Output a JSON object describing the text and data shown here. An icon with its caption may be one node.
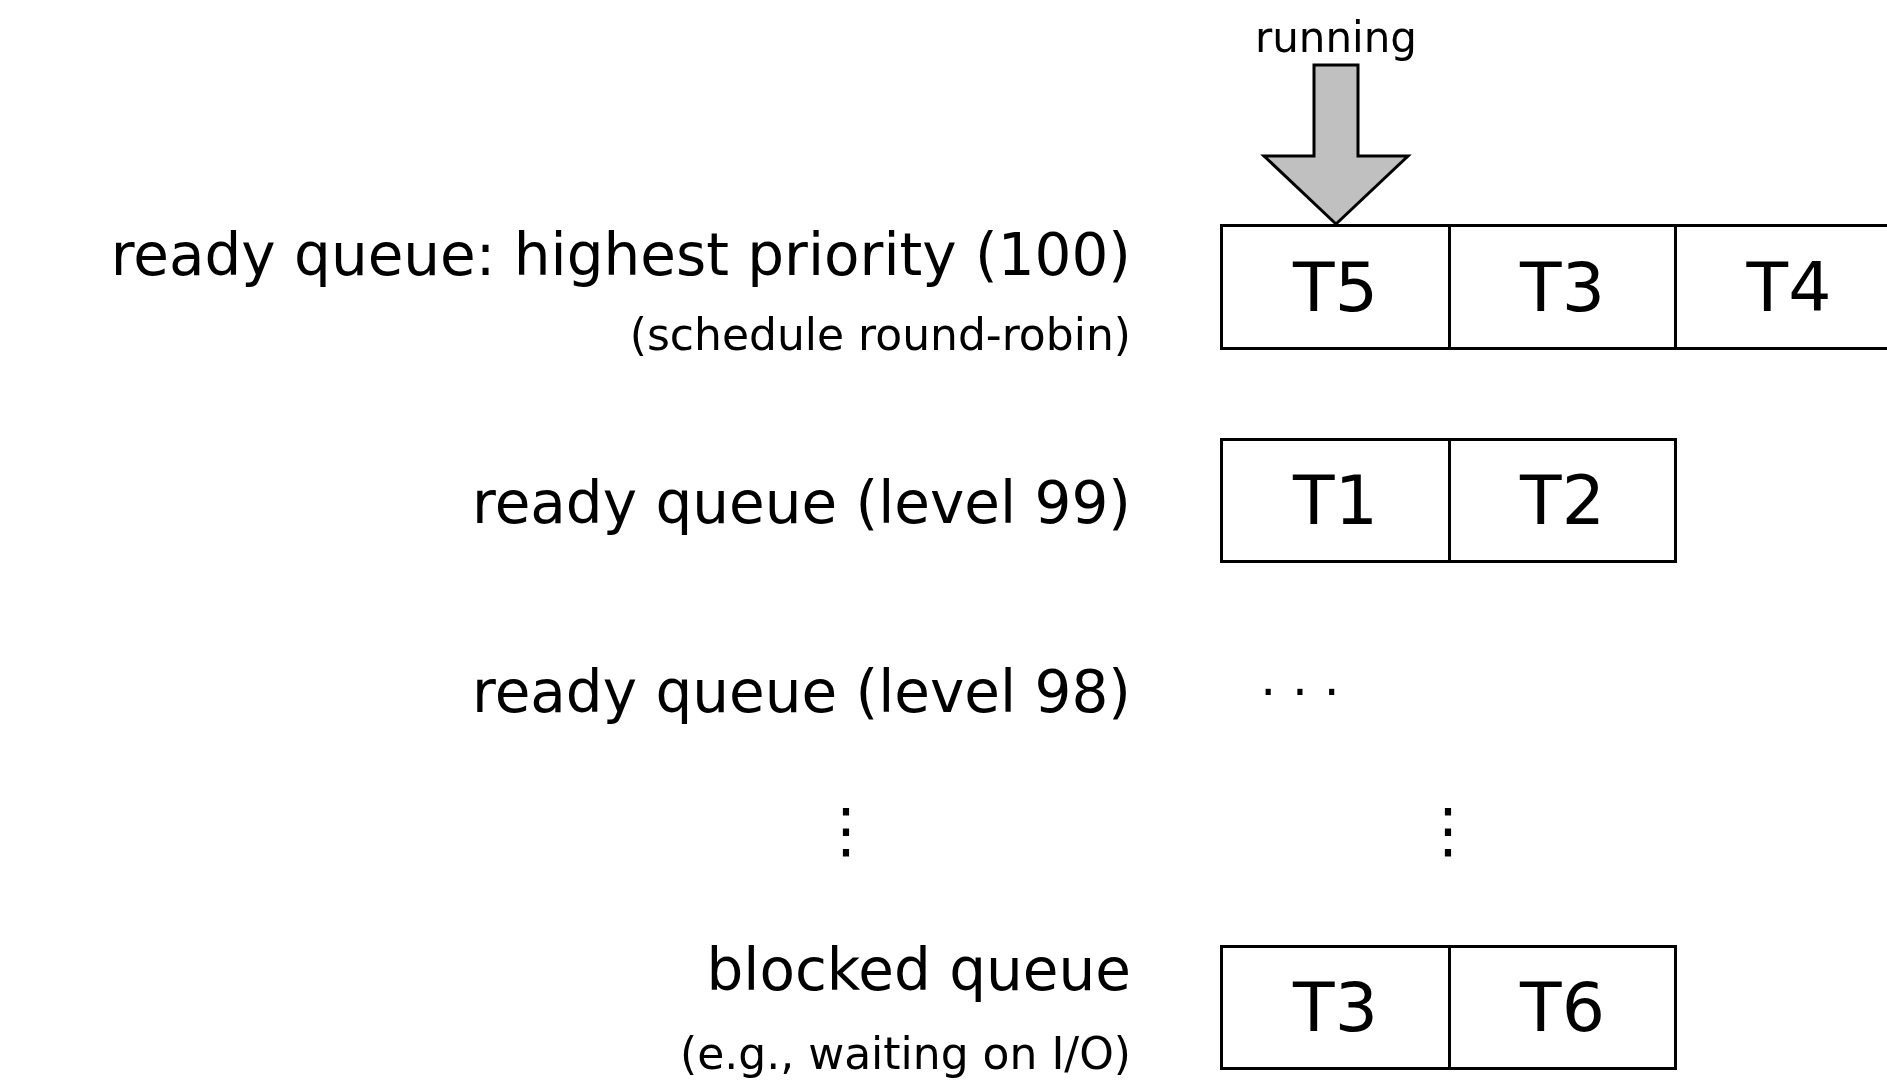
{
  "diagram": {
    "nodes": [
      {
        "text": [
          "running"
        ]
      },
      {
        "text": [
          "T5"
        ]
      },
      {
        "text": [
          "T3"
        ]
      },
      {
        "text": [
          "T4"
        ]
      },
      {
        "text": [
          "T1"
        ]
      },
      {
        "text": [
          "T2"
        ]
      },
      {
        "text": [
          "T3"
        ]
      },
      {
        "text": [
          "T6"
        ]
      }
    ],
    "edges": [
      {
        "from": 0,
        "to": 1,
        "arrow": "to",
        "style": "thick"
      }
    ],
    "labels": [
      "ready queue: highest priority (100)",
      "(schedule round-robin)",
      "ready queue (level 99)",
      "ready queue (level 98)",
      "· · ·",
      "⋮",
      "⋮",
      "blocked queue",
      "(e.g., waiting on I/O)"
    ]
  }
}
